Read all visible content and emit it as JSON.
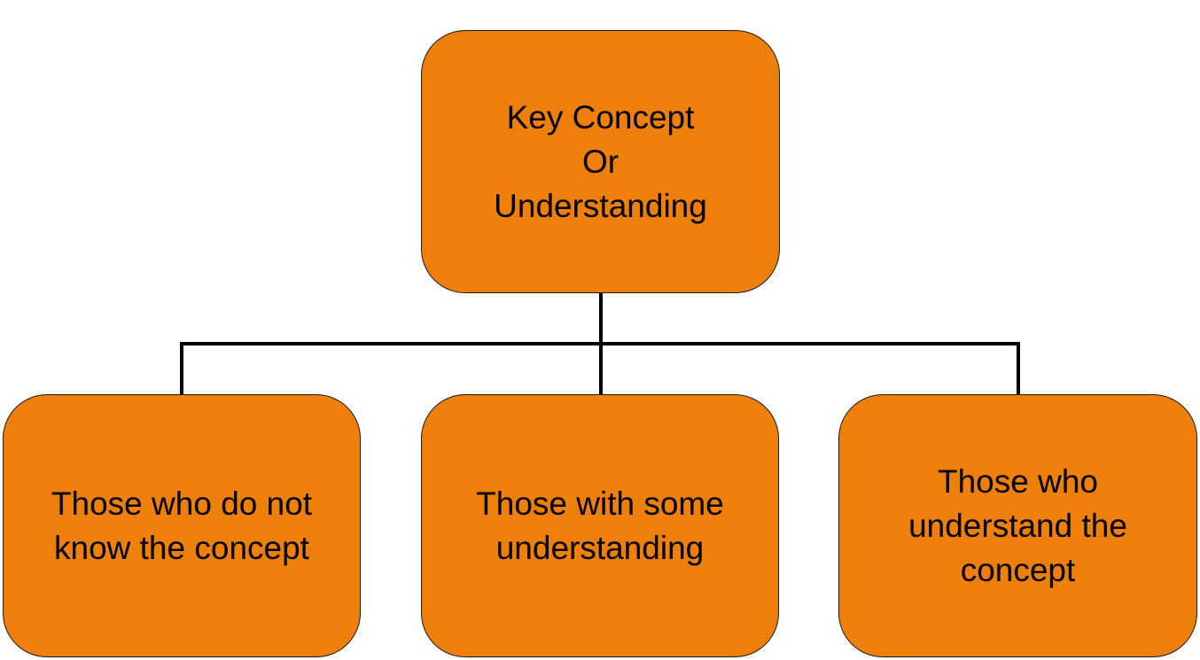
{
  "diagram": {
    "colors": {
      "node_fill": "#ef7f0b",
      "node_border": "#1a1a1a",
      "connector": "#000000",
      "text": "#000000",
      "background": "#ffffff"
    },
    "root": {
      "text": "Key Concept\nOr\nUnderstanding"
    },
    "children": [
      {
        "text": "Those who do not\nknow the concept"
      },
      {
        "text": "Those with some\nunderstanding"
      },
      {
        "text": "Those who\nunderstand the\nconcept"
      }
    ]
  }
}
